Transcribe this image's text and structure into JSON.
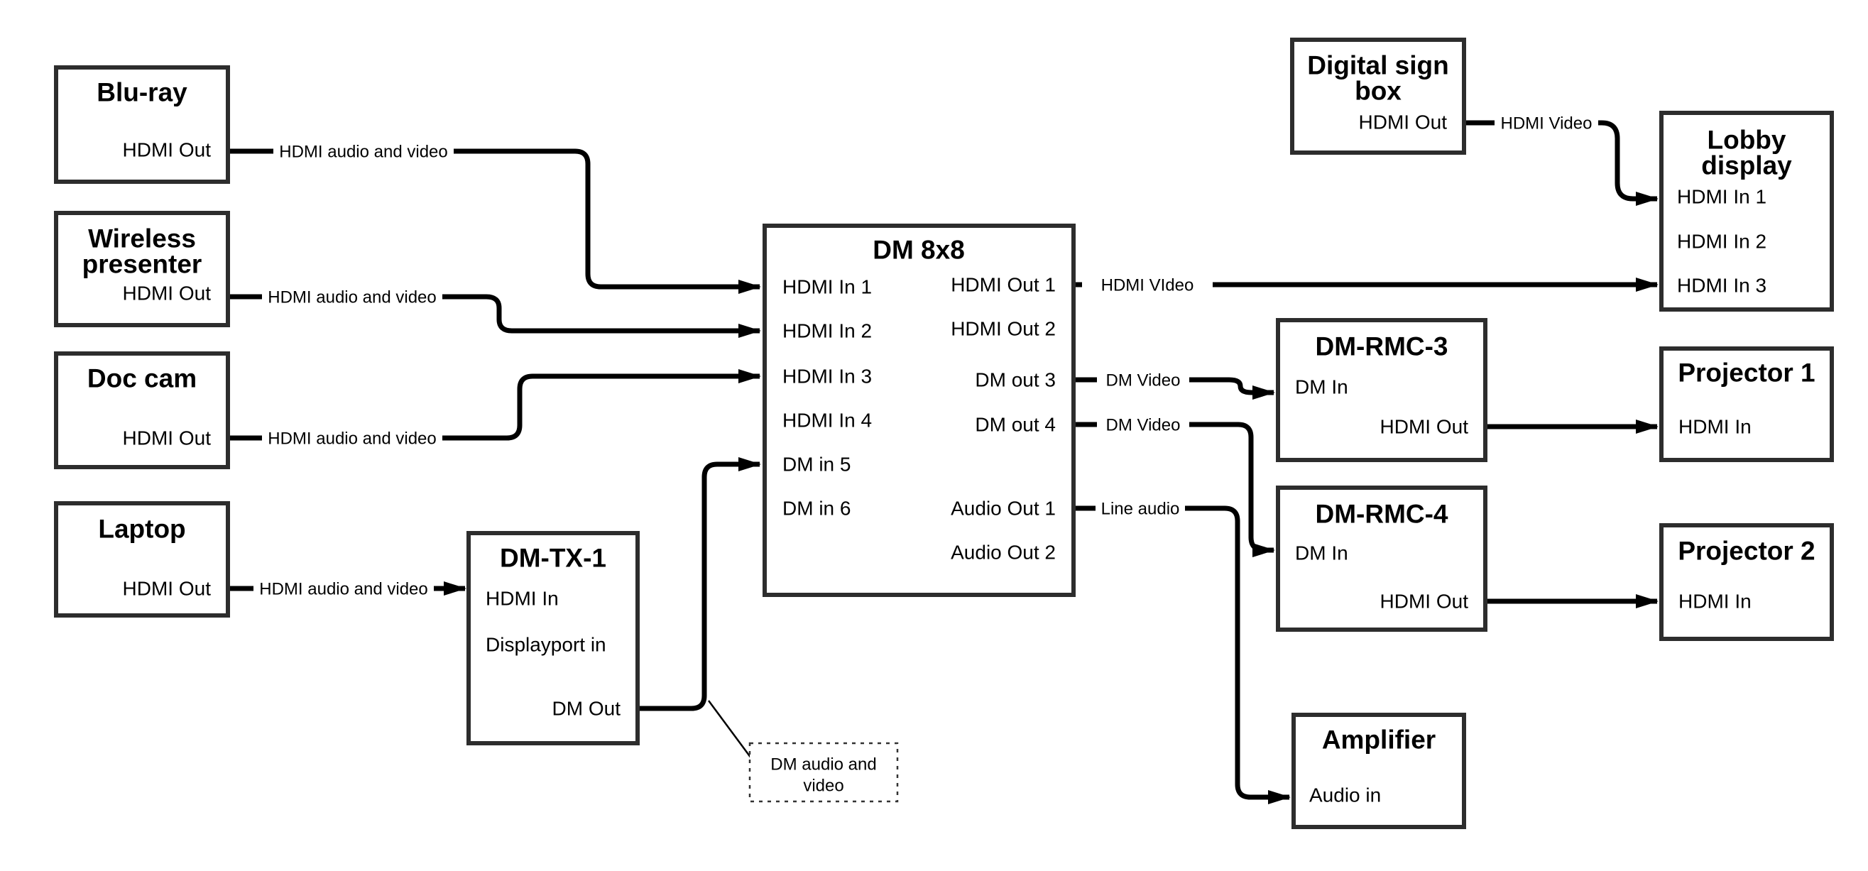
{
  "nodes": {
    "bluray": {
      "title": "Blu-ray",
      "port_hdmi_out": "HDMI Out"
    },
    "wireless": {
      "title_line1": "Wireless",
      "title_line2": "presenter",
      "port_hdmi_out": "HDMI Out"
    },
    "doccam": {
      "title": "Doc cam",
      "port_hdmi_out": "HDMI Out"
    },
    "laptop": {
      "title": "Laptop",
      "port_hdmi_out": "HDMI Out"
    },
    "dmtx1": {
      "title": "DM-TX-1",
      "port_hdmi_in": "HDMI In",
      "port_displayport_in": "Displayport in",
      "port_dm_out": "DM Out"
    },
    "dm8x8": {
      "title": "DM 8x8",
      "port_hdmi_in_1": "HDMI In 1",
      "port_hdmi_in_2": "HDMI In 2",
      "port_hdmi_in_3": "HDMI In 3",
      "port_hdmi_in_4": "HDMI In 4",
      "port_dm_in_5": "DM in 5",
      "port_dm_in_6": "DM in 6",
      "port_hdmi_out_1": "HDMI Out 1",
      "port_hdmi_out_2": "HDMI Out 2",
      "port_dm_out_3": "DM out 3",
      "port_dm_out_4": "DM out 4",
      "port_audio_out_1": "Audio Out 1",
      "port_audio_out_2": "Audio Out 2"
    },
    "signbox": {
      "title_line1": "Digital sign",
      "title_line2": "box",
      "port_hdmi_out": "HDMI Out"
    },
    "lobby": {
      "title_line1": "Lobby",
      "title_line2": "display",
      "port_hdmi_in_1": "HDMI In 1",
      "port_hdmi_in_2": "HDMI In 2",
      "port_hdmi_in_3": "HDMI In 3"
    },
    "rmc3": {
      "title": "DM-RMC-3",
      "port_dm_in": "DM In",
      "port_hdmi_out": "HDMI Out"
    },
    "proj1": {
      "title": "Projector 1",
      "port_hdmi_in": "HDMI In"
    },
    "rmc4": {
      "title": "DM-RMC-4",
      "port_dm_in": "DM In",
      "port_hdmi_out": "HDMI Out"
    },
    "proj2": {
      "title": "Projector 2",
      "port_hdmi_in": "HDMI In"
    },
    "amp": {
      "title": "Amplifier",
      "port_audio_in": "Audio in"
    }
  },
  "edges": {
    "bluray_to_dm8x8": "HDMI audio and video",
    "wireless_to_dm8x8": "HDMI audio and video",
    "doccam_to_dm8x8": "HDMI audio and video",
    "laptop_to_dmtx1": "HDMI audio and video",
    "hdmiout1_to_lobby": "HDMI VIdeo",
    "dmout3_to_rmc3": "DM Video",
    "dmout4_to_rmc4": "DM Video",
    "audioout1_to_amp": "Line audio",
    "signbox_to_lobby": "HDMI Video"
  },
  "note": {
    "line1": "DM audio and",
    "line2": "video"
  },
  "colors": {
    "background": "#ffffff",
    "box_border": "#2d2d2d",
    "line": "#000000",
    "text": "#000000"
  }
}
